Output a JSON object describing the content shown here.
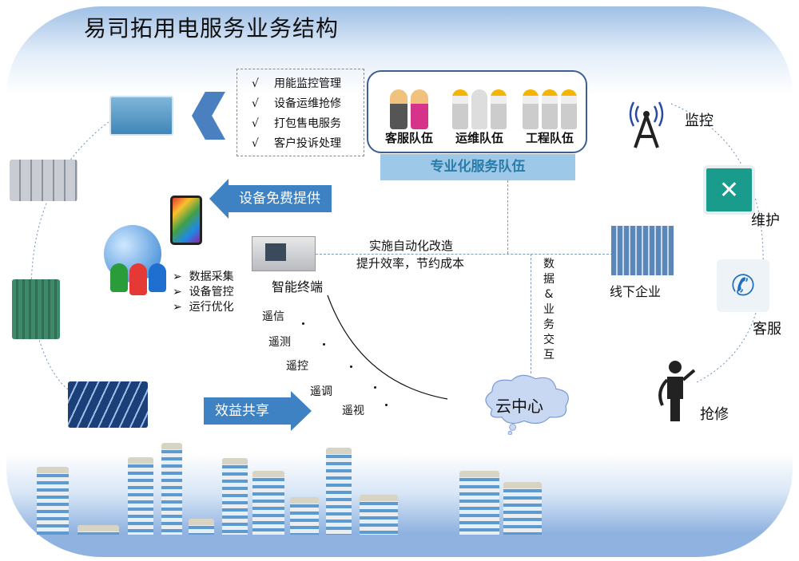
{
  "title": "易司拓用电服务业务结构",
  "services": [
    {
      "check": "√",
      "label": "用能监控管理"
    },
    {
      "check": "√",
      "label": "设备运维抢修"
    },
    {
      "check": "√",
      "label": "打包售电服务"
    },
    {
      "check": "√",
      "label": "客户投诉处理"
    }
  ],
  "teams": [
    {
      "label": "客服队伍"
    },
    {
      "label": "运维队伍"
    },
    {
      "label": "工程队伍"
    }
  ],
  "team_caption": "专业化服务队伍",
  "equipment_banner": "设备免费提供",
  "terminal_label": "智能终端",
  "features": [
    {
      "bullet": "➢",
      "label": "数据采集"
    },
    {
      "bullet": "➢",
      "label": "设备管控"
    },
    {
      "bullet": "➢",
      "label": "运行优化"
    }
  ],
  "automation": [
    "实施自动化改造",
    "提升效率，节约成本"
  ],
  "remote": [
    "遥信",
    "遥测",
    "遥控",
    "遥调",
    "遥视"
  ],
  "exchange_label": "数据&业务交互",
  "cloud_label": "云中心",
  "offline_label": "线下企业",
  "benefit_banner": "效益共享",
  "right_services": [
    {
      "label": "监控",
      "icon": "antenna-icon"
    },
    {
      "label": "维护",
      "icon": "tools-icon"
    },
    {
      "label": "客服",
      "icon": "phone-24h-icon"
    },
    {
      "label": "抢修",
      "icon": "repairman-icon"
    }
  ],
  "colors": {
    "accent": "#3e82c4",
    "frame": "#8fb2e0",
    "caption_bg": "#9ec8e8"
  }
}
